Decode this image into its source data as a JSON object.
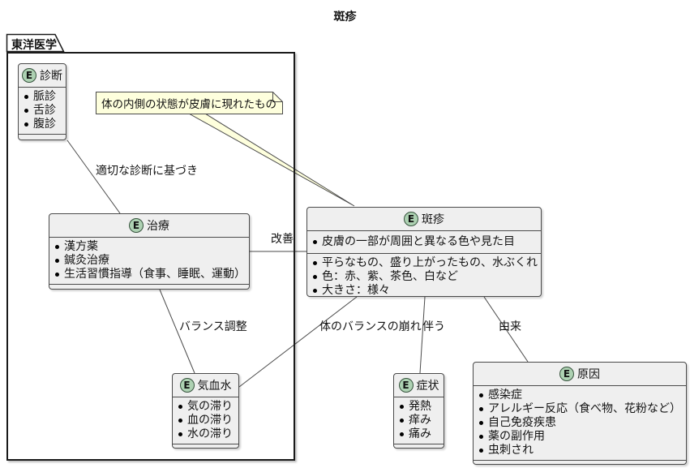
{
  "title": "斑疹",
  "frame": {
    "label": "東洋医学"
  },
  "badge_letter": "E",
  "note": {
    "text": "体の内側の状態が皮膚に現れたもの"
  },
  "entities": {
    "shindan": {
      "name": "診断",
      "attributes": [
        "脈診",
        "舌診",
        "腹診"
      ]
    },
    "chiryo": {
      "name": "治療",
      "attributes": [
        "漢方薬",
        "鍼灸治療",
        "生活習慣指導（食事、睡眠、運動）"
      ]
    },
    "hanshin": {
      "name": "斑疹",
      "description": [
        "皮膚の一部が周囲と異なる色や見た目"
      ],
      "features": [
        "平らなもの、盛り上がったもの、水ぶくれ",
        "色：赤、紫、茶色、白など",
        "大きさ：様々"
      ]
    },
    "kiketsusui": {
      "name": "気血水",
      "attributes": [
        "気の滞り",
        "血の滞り",
        "水の滞り"
      ]
    },
    "shojo": {
      "name": "症状",
      "attributes": [
        "発熱",
        "痒み",
        "痛み"
      ]
    },
    "genin": {
      "name": "原因",
      "attributes": [
        "感染症",
        "アレルギー反応（食べ物、花粉など）",
        "自己免疫疾患",
        "薬の副作用",
        "虫刺され"
      ]
    }
  },
  "edges": {
    "shindan_to_chiryo": "適切な診断に基づき",
    "chiryo_to_hanshin": "改善",
    "chiryo_to_kiketsusui": "バランス調整",
    "hanshin_to_kiketsusui": "体のバランスの崩れ",
    "hanshin_to_shojo": "伴う",
    "hanshin_to_genin": "由来"
  },
  "colors": {
    "badge_fill": "#ADD1B2",
    "note_fill": "#FEFFDD",
    "entity_fill": "#EFEFEF",
    "entity_border": "#4A4A4A",
    "frame_border": "#1A1A1A"
  }
}
